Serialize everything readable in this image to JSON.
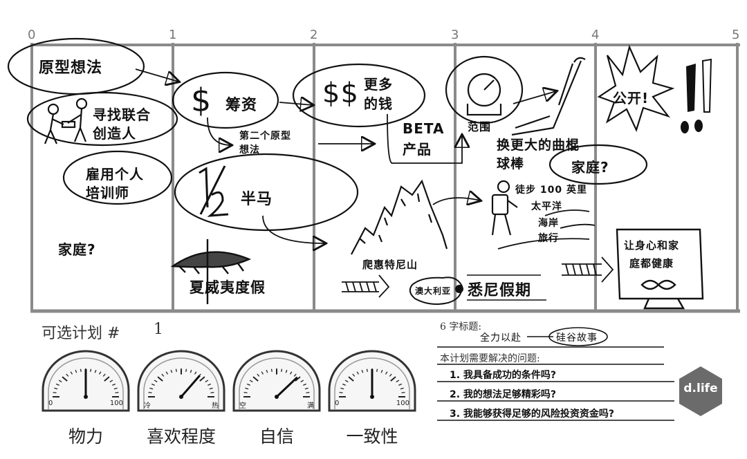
{
  "timeline": {
    "ticks": [
      "0",
      "1",
      "2",
      "3",
      "4",
      "5"
    ]
  },
  "cells": {
    "c0_prototype": "原型想法",
    "c0_cofounder_1": "寻找联合",
    "c0_cofounder_2": "创造人",
    "c0_coach_1": "雇用个人",
    "c0_coach_2": "培训师",
    "c0_family": "家庭?",
    "c1_funding": "筹资",
    "c1_second_proto_1": "第二个原型",
    "c1_second_proto_2": "想法",
    "c1_half_marathon": "半马",
    "c1_hawaii": "夏威夷度假",
    "c2_more_money_1": "更多",
    "c2_more_money_2": "的钱",
    "c2_beta_1": "BETA",
    "c2_beta_2": "产品",
    "c2_kilimanjaro": "爬惠特尼山",
    "c2_australia": "澳大利亚",
    "c2_sydney": "悉尼假期",
    "c3_scope": "范围",
    "c3_bigger_stick_1": "换更大的曲棍",
    "c3_bigger_stick_2": "球棒",
    "c3_family": "家庭?",
    "c3_hike_1": "徒步 100 英里",
    "c3_hike_2": "太平洋",
    "c3_hike_3": "海岸",
    "c3_hike_4": "旅行",
    "c4_public": "公开!",
    "c4_health_1": "让身心和家",
    "c4_health_2": "庭都健康",
    "dollar": "$",
    "double_dollar": "$$"
  },
  "plan": {
    "label": "可选计划 #",
    "number": "1"
  },
  "gauges": [
    {
      "label": "物力",
      "min_label": "0",
      "max_label": "100",
      "level": 0.5
    },
    {
      "label": "喜欢程度",
      "min_label": "冷",
      "max_label": "热",
      "level": 0.72
    },
    {
      "label": "自信",
      "min_label": "空",
      "max_label": "满",
      "level": 0.75
    },
    {
      "label": "一致性",
      "min_label": "0",
      "max_label": "100",
      "level": 0.5
    }
  ],
  "headline": {
    "title_label": "6 字标题:",
    "text_left": "全力以赴",
    "text_right": "硅谷故事"
  },
  "questions": {
    "title": "本计划需要解决的问题:",
    "items": [
      "1. 我具备成功的条件吗?",
      "2. 我的想法足够精彩吗?",
      "3. 我能够获得足够的风险投资资金吗?"
    ]
  },
  "brand": {
    "logo_text": "d.life"
  },
  "colors": {
    "ink": "#111111",
    "gray_frame": "#8a8a8a",
    "logo_bg": "#6b6b6b"
  }
}
